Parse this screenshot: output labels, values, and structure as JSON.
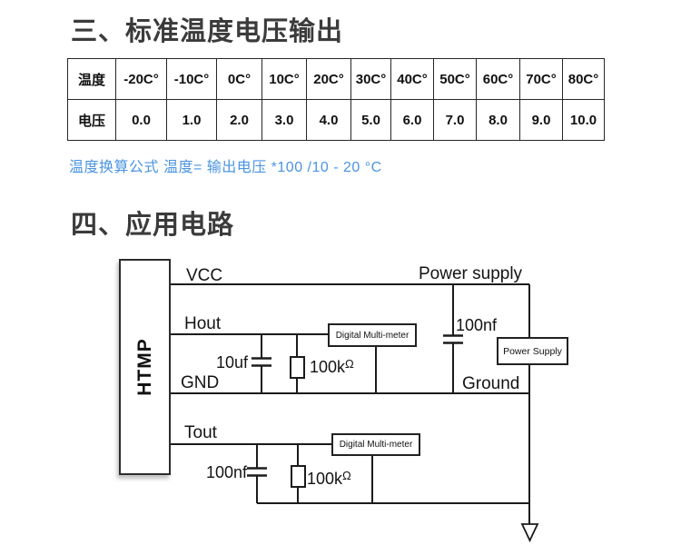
{
  "section3": {
    "title": "三、标准温度电压输出"
  },
  "table": {
    "row1": [
      "温度",
      "-20C°",
      "-10C°",
      "0C°",
      "10C°",
      "20C°",
      "30C°",
      "40C°",
      "50C°",
      "60C°",
      "70C°",
      "80C°"
    ],
    "row2": [
      "电压",
      "0.0",
      "1.0",
      "2.0",
      "3.0",
      "4.0",
      "5.0",
      "6.0",
      "7.0",
      "8.0",
      "9.0",
      "10.0"
    ]
  },
  "formula_note": "温度换算公式 温度= 输出电压 *100 /10 - 20 °C",
  "section4": {
    "title": "四、应用电路"
  },
  "circuit": {
    "chip_label": "HTMP",
    "vcc_label": "VCC",
    "hout_label": "Hout",
    "gnd_label": "GND",
    "tout_label": "Tout",
    "power_supply_rail_label": "Power supply",
    "ground_rail_label": "Ground",
    "power_supply_box_label": "Power Supply",
    "dmm_top_label": "Digital Multi-meter",
    "dmm_bottom_label": "Digital Multi-meter",
    "cap_10uf_label": "10uf",
    "cap_100nf_top_label": "100nf",
    "cap_100nf_bottom_label": "100nf",
    "res_top": {
      "value": "100k",
      "unit": "Ω"
    },
    "res_bottom": {
      "value": "100k",
      "unit": "Ω"
    }
  },
  "colors": {
    "accent_blue": "#4b94e2",
    "wire": "#1b1b1b",
    "heading_gray": "#3b3b3b"
  }
}
